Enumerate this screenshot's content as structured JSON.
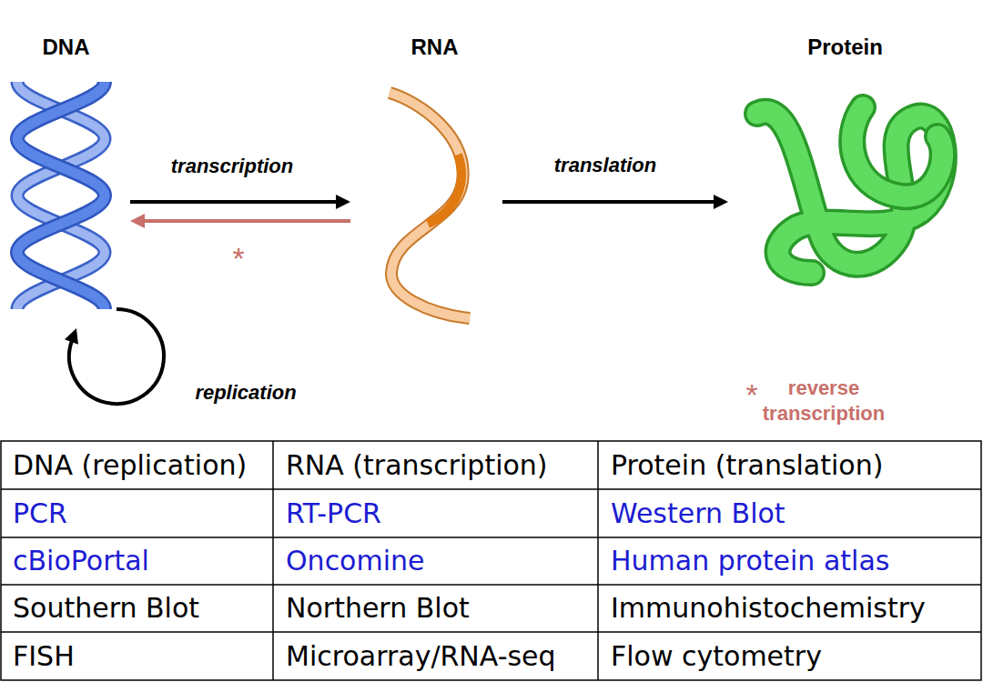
{
  "diagram": {
    "nodes": [
      {
        "text": [
          "DNA"
        ]
      },
      {
        "text": [
          "RNA"
        ]
      },
      {
        "text": [
          "Protein"
        ]
      }
    ],
    "edges": [
      {
        "from": 0,
        "to": 1,
        "label": "transcription",
        "arrow": "to"
      },
      {
        "from": 1,
        "to": 0,
        "label": "*",
        "arrow": "to"
      },
      {
        "from": 1,
        "to": 2,
        "label": "translation",
        "arrow": "to"
      },
      {
        "from": 0,
        "to": 0,
        "label": "replication",
        "arrow": "to"
      }
    ],
    "labels": [
      "*",
      "reverse transcription",
      "DNA (replication)",
      "RNA (transcription)",
      "Protein (translation)",
      "PCR",
      "RT-PCR",
      "Western Blot",
      "cBioPortal",
      "Oncomine",
      "Human protein atlas",
      "Southern Blot",
      "Northern Blot",
      "Immunohistochemistry",
      "FISH",
      "Microarray/RNA-seq",
      "Flow cytometry"
    ]
  }
}
